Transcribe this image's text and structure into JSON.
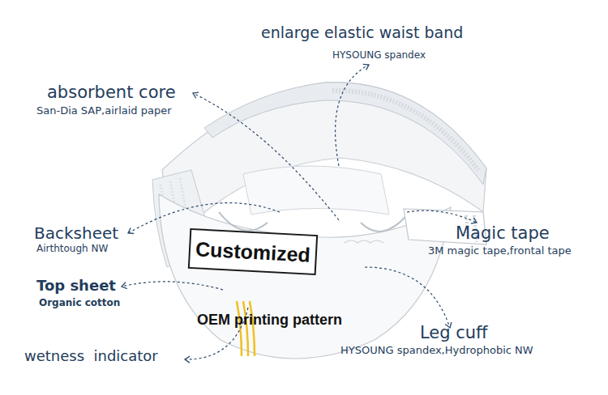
{
  "diagram": {
    "nodes": [
      {
        "text": [
          "Customized"
        ]
      }
    ],
    "labels": [
      "enlarge elastic waist band",
      "HYSOUNG spandex",
      "absorbent core",
      "San-Dia SAP,airlaid paper",
      "Backsheet",
      "Airthtough NW",
      "Magic tape",
      "3M magic tape,frontal tape",
      "Top sheet",
      "Organic cotton",
      "OEM printing pattern",
      "Leg cuff",
      "HYSOUNG spandex,Hydrophobic NW",
      "wetness  indicator"
    ]
  }
}
